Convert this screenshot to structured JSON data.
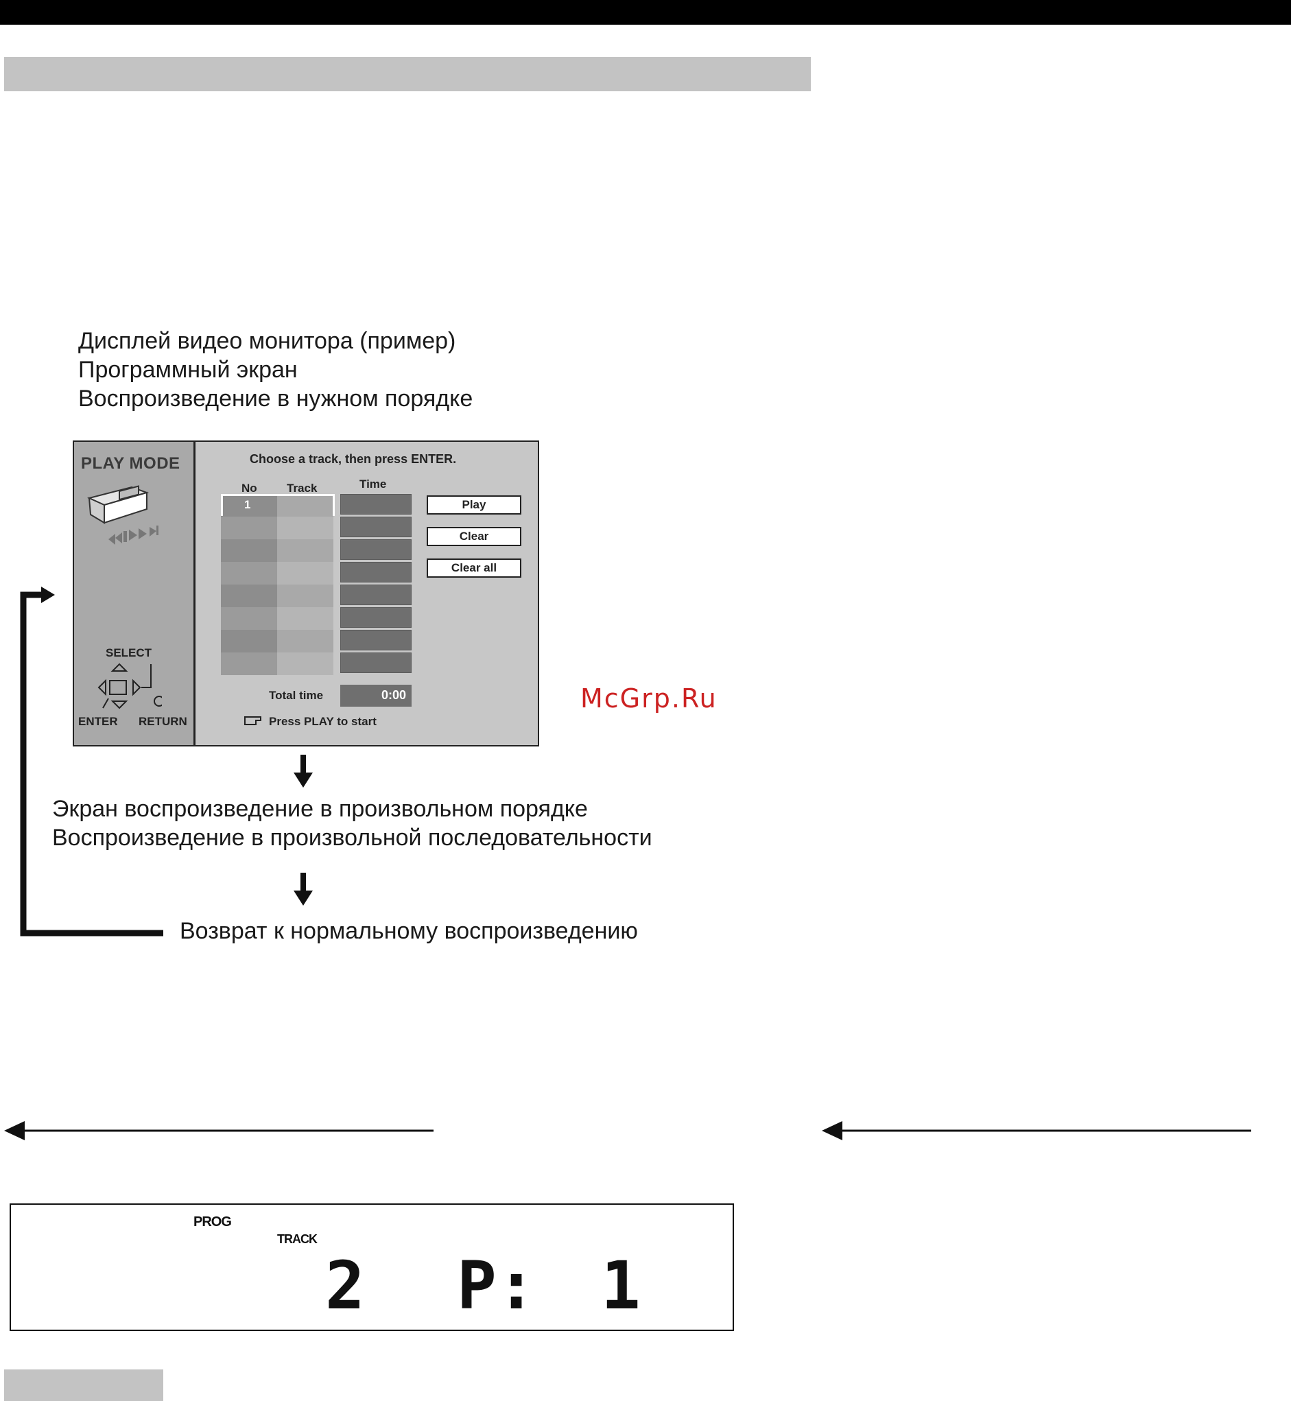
{
  "osd_caption": [
    "Дисплей видео монитора (пример)",
    "Программный экран",
    "Воспроизведение в нужном порядке"
  ],
  "osd": {
    "mode_title": "PLAY MODE",
    "instruction": "Choose a track, then press ENTER.",
    "columns": {
      "no": "No",
      "track": "Track",
      "time": "Time"
    },
    "first_row_no": "1",
    "buttons": {
      "play": "Play",
      "clear": "Clear",
      "clear_all": "Clear all"
    },
    "total_time_label": "Total time",
    "total_time_value": "0:00",
    "press_play": "Press PLAY to start",
    "nav": {
      "select": "SELECT",
      "enter": "ENTER",
      "return": "RETURN"
    }
  },
  "random_caption": [
    "Экран воспроизведение в произвольном порядке",
    "Воспроизведение в произвольной последовательности"
  ],
  "normal_caption": "Возврат к нормальному воспроизведению",
  "watermark": "McGrp.Ru",
  "display": {
    "prog": "PROG",
    "track": "TRACK",
    "track_number": "2",
    "program_label": "P:",
    "program_number": "1"
  }
}
